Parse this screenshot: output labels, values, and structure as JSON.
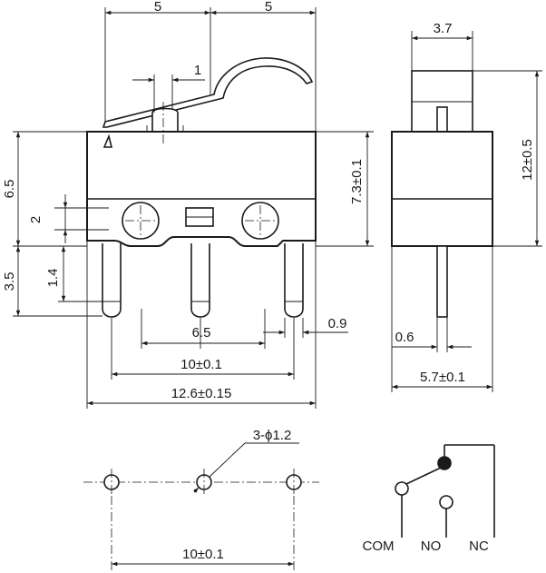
{
  "front_view": {
    "dim_top_left": "5",
    "dim_top_right": "5",
    "dim_lever_offset": "1",
    "dim_height_total": "6.5",
    "dim_hole_vertical": "2",
    "dim_pin_length": "3.5",
    "dim_pin_offset": "1.4",
    "dim_body_height": "7.3±0.1",
    "dim_pin_spacing_small": "6.5",
    "dim_pin_width": "0.9",
    "dim_pin_spacing": "10±0.1",
    "dim_body_length": "12.6±0.15"
  },
  "side_view": {
    "dim_actuator_width": "3.7",
    "dim_overall_height": "12±0.5",
    "dim_pin_thickness": "0.6",
    "dim_body_width": "5.7±0.1"
  },
  "pcb_layout": {
    "dim_hole_diameter": "3-ϕ1.2",
    "dim_hole_spacing": "10±0.1"
  },
  "schematic": {
    "label_com": "COM",
    "label_no": "NO",
    "label_nc": "NC"
  }
}
